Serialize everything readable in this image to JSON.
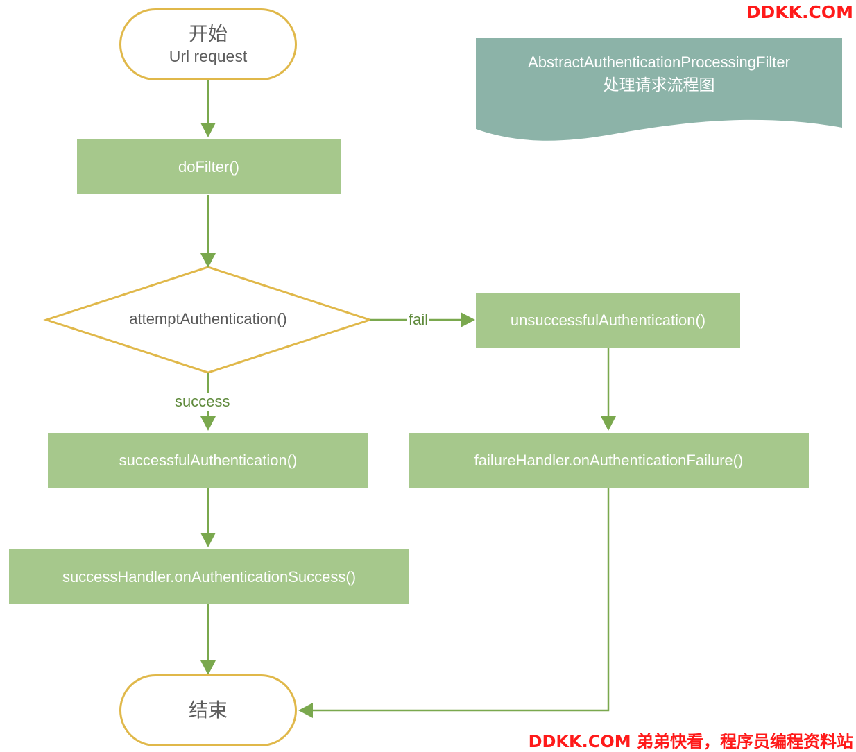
{
  "start": {
    "line1": "开始",
    "line2": "Url request"
  },
  "end": {
    "label": "结束"
  },
  "nodes": {
    "do_filter": "doFilter()",
    "attempt": "attemptAuthentication()",
    "unsuccessful": "unsuccessfulAuthentication()",
    "successful": "successfulAuthentication()",
    "failure_handler": "failureHandler.onAuthenticationFailure()",
    "success_handler": "successHandler.onAuthenticationSuccess()"
  },
  "edges": {
    "fail": "fail",
    "success": "success"
  },
  "banner": {
    "line1": "AbstractAuthenticationProcessingFilter",
    "line2": "处理请求流程图"
  },
  "watermark": {
    "top": "DDKK.COM",
    "bottom": "DDKK.COM 弟弟快看，程序员编程资料站"
  },
  "colors": {
    "process": "#a6c88c",
    "terminal_border": "#e0b84a",
    "arrow": "#7aa84e",
    "banner": "#8cb3a8",
    "watermark": "#ff1a1a"
  }
}
